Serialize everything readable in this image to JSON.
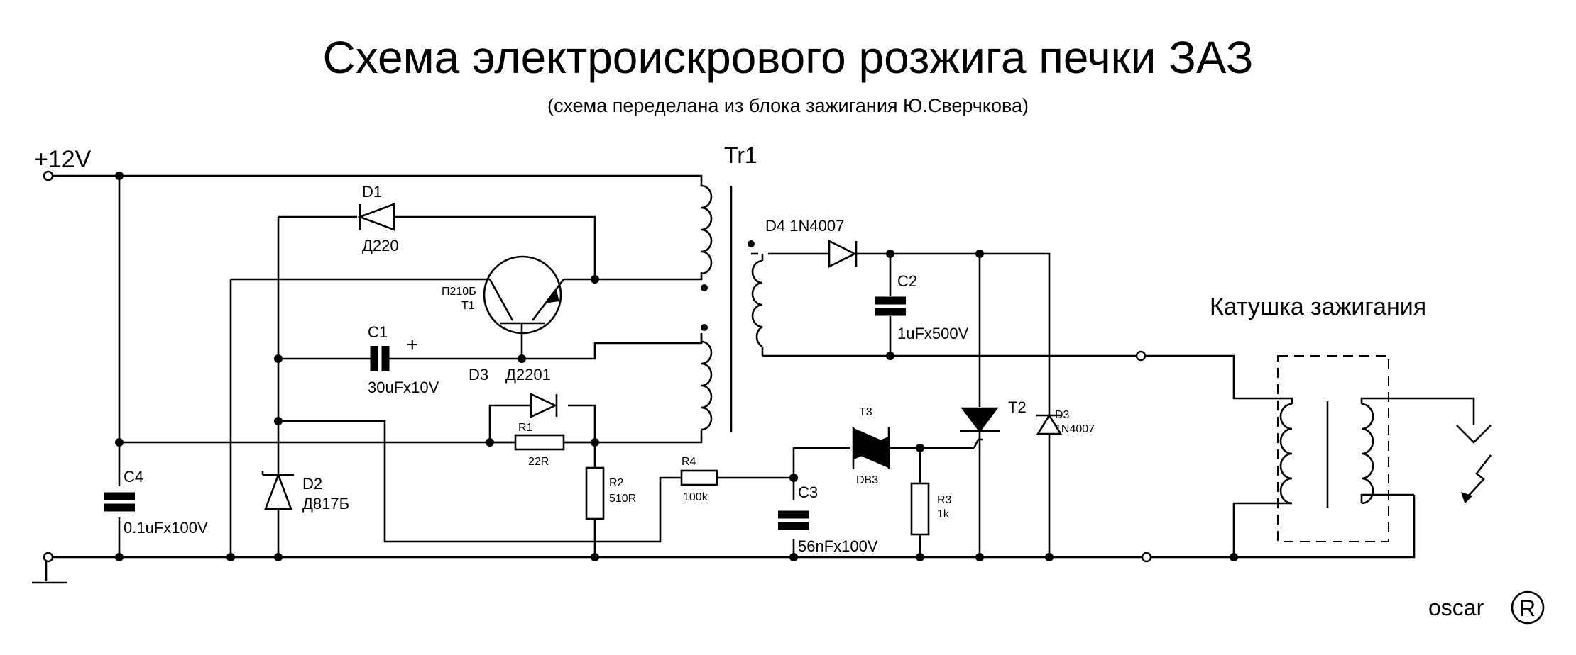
{
  "title": "Схема электроискрового розжига печки ЗАЗ",
  "subtitle": "(схема переделана из блока зажигания Ю.Сверчкова)",
  "labels": {
    "supply": "+12V",
    "tr1": "Tr1",
    "d1": "D1",
    "d1_type": "Д220",
    "t1_type": "П210Б",
    "t1": "T1",
    "c1": "C1",
    "c1_plus": "+",
    "c1_value": "30uFx10V",
    "d3_left": "D3",
    "d3_left_type": "Д2201",
    "r1": "R1",
    "r1_value": "22R",
    "r2": "R2",
    "r2_value": "510R",
    "r4": "R4",
    "r4_value": "100k",
    "c3": "C3",
    "c3_value": "56nFx100V",
    "c4": "C4",
    "c4_value": "0.1uFx100V",
    "d2": "D2",
    "d2_type": "Д817Б",
    "d4": "D4 1N4007",
    "c2": "C2",
    "c2_value": "1uFx500V",
    "t3": "T3",
    "t3_type": "DB3",
    "r3": "R3",
    "r3_value": "1k",
    "t2": "T2",
    "d3_right": "D3",
    "d3_right_type": "1N4007",
    "coil": "Катушка зажигания",
    "author": "oscar",
    "registered": "R"
  }
}
